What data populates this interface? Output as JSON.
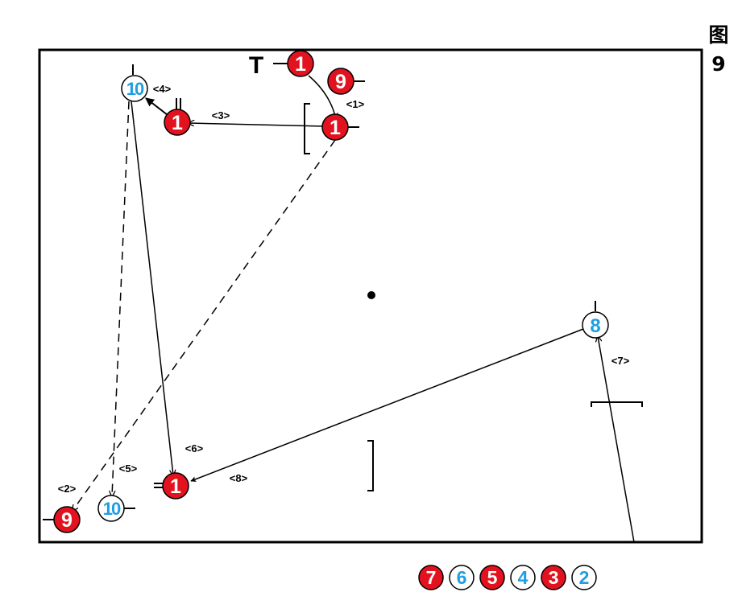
{
  "figure": {
    "label_char": "图",
    "label_number": "9"
  },
  "colors": {
    "red_fill": "#e2121f",
    "blue_text": "#1f9ee0",
    "court_border": "#000000",
    "line": "#000000"
  },
  "players": [
    {
      "id": "red-1-top",
      "team": "red",
      "number": "1"
    },
    {
      "id": "red-9-top",
      "team": "red",
      "number": "9"
    },
    {
      "id": "red-1-mid",
      "team": "red",
      "number": "1"
    },
    {
      "id": "red-1-upleft",
      "team": "red",
      "number": "1"
    },
    {
      "id": "blue-10-top",
      "team": "blue",
      "number": "10"
    },
    {
      "id": "blue-8",
      "team": "blue",
      "number": "8"
    },
    {
      "id": "red-1-bottom",
      "team": "red",
      "number": "1"
    },
    {
      "id": "blue-10-bottom",
      "team": "blue",
      "number": "10"
    },
    {
      "id": "red-9-bottom",
      "team": "red",
      "number": "9"
    }
  ],
  "steps": [
    "<1>",
    "<2>",
    "<3>",
    "<4>",
    "<5>",
    "<6>",
    "<7>",
    "<8>"
  ],
  "special_marker": "T",
  "legend": [
    {
      "team": "red",
      "number": "7"
    },
    {
      "team": "blue",
      "number": "6"
    },
    {
      "team": "red",
      "number": "5"
    },
    {
      "team": "blue",
      "number": "4"
    },
    {
      "team": "red",
      "number": "3"
    },
    {
      "team": "blue",
      "number": "2"
    }
  ]
}
